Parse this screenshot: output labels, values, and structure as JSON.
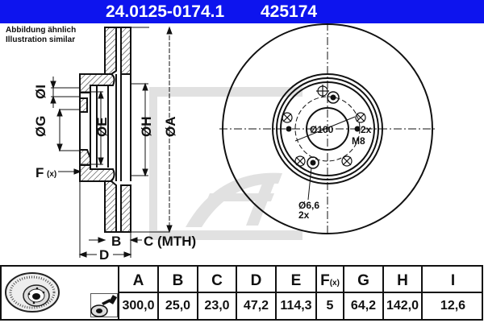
{
  "header": {
    "part_number": "24.0125-0174.1",
    "reference_number": "425174",
    "background_color": "#0d14ee"
  },
  "caption": {
    "line1": "Abbildung ähnlich",
    "line2": "Illustration similar"
  },
  "side_view": {
    "labels": {
      "I": "ØI",
      "G": "ØG",
      "E": "ØE",
      "H": "ØH",
      "A": "ØA",
      "F": "F",
      "F_sub": "(x)",
      "B": "B",
      "C": "C (MTH)",
      "D": "D"
    }
  },
  "front_view": {
    "labels": {
      "bolt_circle": "Ø100",
      "thread_count": "2x",
      "thread": "M8",
      "hole_diameter": "Ø6,6",
      "hole_count": "2x"
    },
    "watermark": "Ate"
  },
  "table": {
    "columns": [
      {
        "key": "A",
        "label": "A",
        "value": "300,0"
      },
      {
        "key": "B",
        "label": "B",
        "value": "25,0"
      },
      {
        "key": "C",
        "label": "C",
        "value": "23,0"
      },
      {
        "key": "D",
        "label": "D",
        "value": "47,2"
      },
      {
        "key": "E",
        "label": "E",
        "value": "114,3"
      },
      {
        "key": "F",
        "label": "F",
        "label_sub": "(x)",
        "value": "5"
      },
      {
        "key": "G",
        "label": "G",
        "value": "64,2"
      },
      {
        "key": "H",
        "label": "H",
        "value": "142,0"
      },
      {
        "key": "I",
        "label": "I",
        "value": "12,6"
      }
    ],
    "icons": [
      "brake-disc-3d-icon",
      "spray-clean-icon"
    ]
  }
}
